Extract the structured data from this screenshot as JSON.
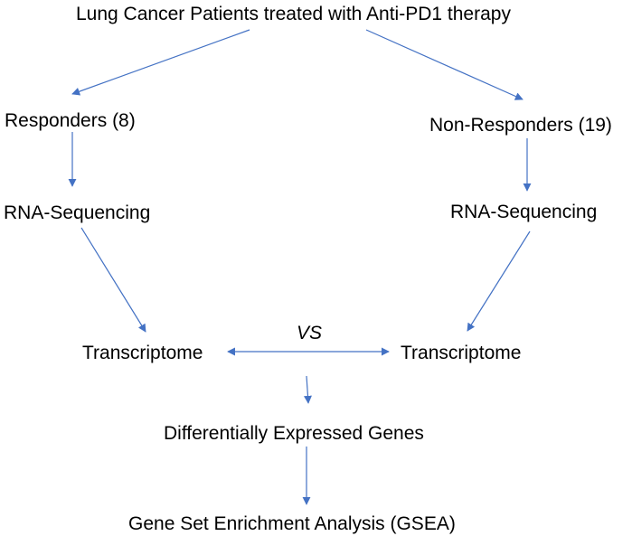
{
  "diagram": {
    "root": "Lung  Cancer Patients treated with Anti-PD1 therapy",
    "left_group": "Responders (8)",
    "right_group": "Non-Responders (19)",
    "left_seq": "RNA-Sequencing",
    "right_seq": "RNA-Sequencing",
    "left_transcriptome": "Transcriptome",
    "right_transcriptome": "Transcriptome",
    "comparison": "VS",
    "deg": "Differentially Expressed Genes",
    "gsea": "Gene Set Enrichment Analysis (GSEA)"
  },
  "colors": {
    "edge": "#4472c4",
    "text": "#000000"
  }
}
